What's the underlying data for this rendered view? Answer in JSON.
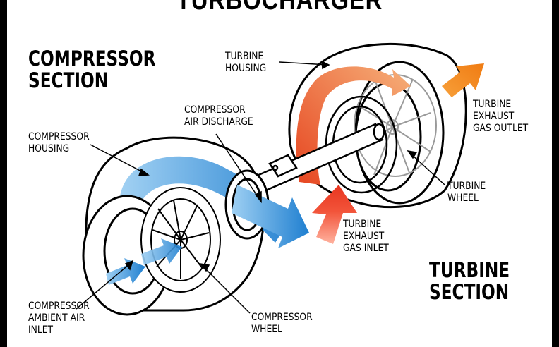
{
  "title": "TURBOCHARGER",
  "sections": {
    "compressor": [
      "COMPRESSOR",
      "SECTION"
    ],
    "turbine": [
      "TURBINE",
      "SECTION"
    ]
  },
  "labels": {
    "turbine_housing": [
      "TURBINE",
      "HOUSING"
    ],
    "compressor_air_discharge": [
      "COMPRESSOR",
      "AIR DISCHARGE"
    ],
    "compressor_housing": [
      "COMPRESSOR",
      "HOUSING"
    ],
    "turbine_exhaust_gas_outlet": [
      "TURBINE",
      "EXHAUST",
      "GAS OUTLET"
    ],
    "turbine_wheel": [
      "TURBINE",
      "WHEEL"
    ],
    "turbine_exhaust_gas_inlet": [
      "TURBINE",
      "EXHAUST",
      "GAS INLET"
    ],
    "compressor_ambient_air_inlet": [
      "COMPRESSOR",
      "AMBIENT AIR",
      "INLET"
    ],
    "compressor_wheel": [
      "COMPRESSOR",
      "WHEEL"
    ]
  },
  "colors": {
    "cold_air": "#2f8fdb",
    "hot_gas": "#e8541f",
    "exhaust_out": "#f28a1c",
    "outline": "#000000",
    "background": "#ffffff"
  }
}
